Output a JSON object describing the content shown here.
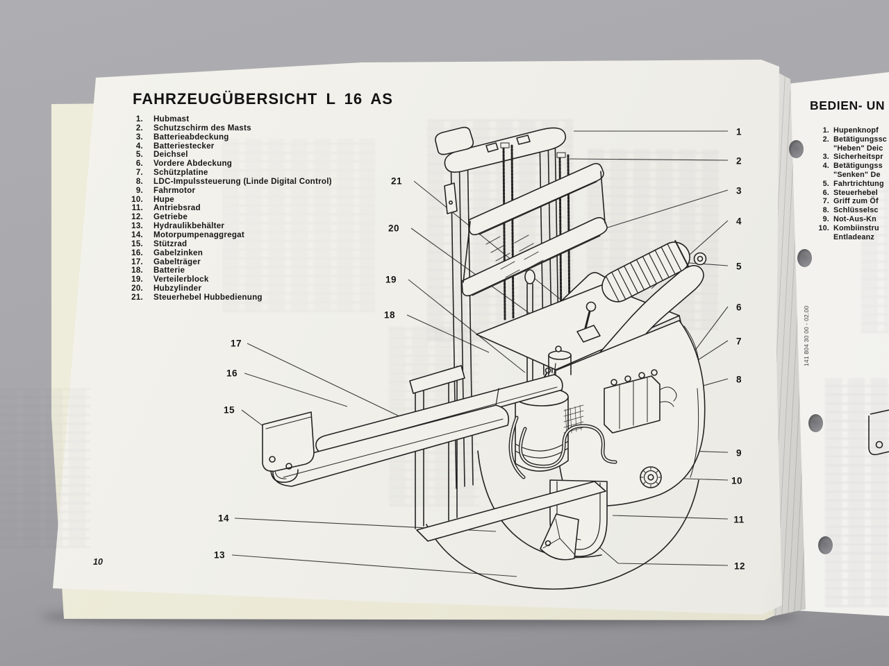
{
  "page": {
    "title": "FAHRZEUGÜBERSICHT L 16 AS",
    "page_number": "10",
    "parts": [
      {
        "num": "1.",
        "label": "Hubmast"
      },
      {
        "num": "2.",
        "label": "Schutzschirm des Masts"
      },
      {
        "num": "3.",
        "label": "Batterieabdeckung"
      },
      {
        "num": "4.",
        "label": "Batteriestecker"
      },
      {
        "num": "5.",
        "label": "Deichsel"
      },
      {
        "num": "6.",
        "label": "Vordere Abdeckung"
      },
      {
        "num": "7.",
        "label": "Schützplatine"
      },
      {
        "num": "8.",
        "label": "LDC-Impulssteuerung (Linde Digital Control)"
      },
      {
        "num": "9.",
        "label": "Fahrmotor"
      },
      {
        "num": "10.",
        "label": "Hupe"
      },
      {
        "num": "11.",
        "label": "Antriebsrad"
      },
      {
        "num": "12.",
        "label": "Getriebe"
      },
      {
        "num": "13.",
        "label": "Hydraulikbehälter"
      },
      {
        "num": "14.",
        "label": "Motorpumpenaggregat"
      },
      {
        "num": "15.",
        "label": "Stützrad"
      },
      {
        "num": "16.",
        "label": "Gabelzinken"
      },
      {
        "num": "17.",
        "label": "Gabelträger"
      },
      {
        "num": "18.",
        "label": "Batterie"
      },
      {
        "num": "19.",
        "label": "Verteilerblock"
      },
      {
        "num": "20.",
        "label": "Hubzylinder"
      },
      {
        "num": "21.",
        "label": "Steuerhebel Hubbedienung"
      }
    ]
  },
  "diagram": {
    "callouts": [
      "1",
      "2",
      "3",
      "4",
      "5",
      "6",
      "7",
      "8",
      "9",
      "10",
      "11",
      "12",
      "13",
      "14",
      "15",
      "16",
      "17",
      "18",
      "19",
      "20",
      "21"
    ]
  },
  "right_page": {
    "heading": "BEDIEN- UN",
    "items": [
      {
        "num": "1.",
        "lines": [
          "Hupenknopf"
        ]
      },
      {
        "num": "2.",
        "lines": [
          "Betätigungssc",
          "\"Heben\" Deic"
        ]
      },
      {
        "num": "3.",
        "lines": [
          "Sicherheitspr"
        ]
      },
      {
        "num": "4.",
        "lines": [
          "Betätigungss",
          "\"Senken\" De"
        ]
      },
      {
        "num": "5.",
        "lines": [
          "Fahrtrichtung"
        ]
      },
      {
        "num": "6.",
        "lines": [
          "Steuerhebel"
        ]
      },
      {
        "num": "7.",
        "lines": [
          "Griff zum Öf"
        ]
      },
      {
        "num": "8.",
        "lines": [
          "Schlüsselsc"
        ]
      },
      {
        "num": "9.",
        "lines": [
          "Not-Aus-Kn"
        ]
      },
      {
        "num": "10.",
        "lines": [
          "Kombiinstru",
          "Entladeanz"
        ]
      }
    ],
    "side_code": "141 804 30 00 - 02.00"
  },
  "colors": {
    "desk": "#a0a0a4",
    "main_page": "#f0efe9",
    "under_page": "#ebe9d6",
    "right_page": "#f5f4f0",
    "ink": "#232323"
  }
}
